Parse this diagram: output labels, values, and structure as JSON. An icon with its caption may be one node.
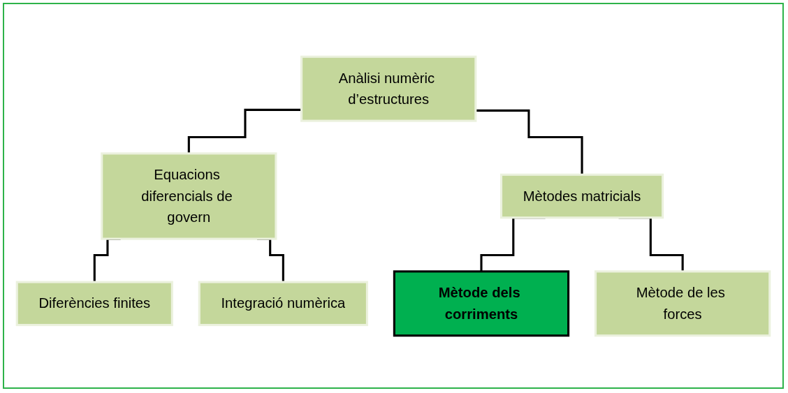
{
  "diagram": {
    "nodes": [
      {
        "text": [
          "Anàlisi numèric d’estructures"
        ]
      },
      {
        "text": [
          "Equacions diferencials de govern"
        ]
      },
      {
        "text": [
          "Mètodes matricials"
        ]
      },
      {
        "text": [
          "Diferències finites"
        ]
      },
      {
        "text": [
          "Integració numèrica"
        ]
      },
      {
        "text": [
          "Mètode dels corriments"
        ]
      },
      {
        "text": [
          "Mètode de les forces"
        ]
      }
    ],
    "edges": [
      {
        "from": 0,
        "to": 1,
        "arrow": "none"
      },
      {
        "from": 0,
        "to": 2,
        "arrow": "none"
      },
      {
        "from": 1,
        "to": 3,
        "arrow": "none"
      },
      {
        "from": 1,
        "to": 4,
        "arrow": "none"
      },
      {
        "from": 2,
        "to": 5,
        "arrow": "none"
      },
      {
        "from": 2,
        "to": 6,
        "arrow": "none"
      }
    ]
  }
}
